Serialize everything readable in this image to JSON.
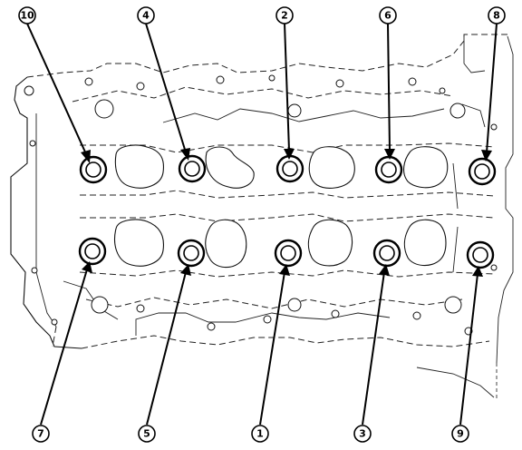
{
  "bolt_callouts": {
    "top": [
      {
        "label": "10"
      },
      {
        "label": "4"
      },
      {
        "label": "2"
      },
      {
        "label": "6"
      },
      {
        "label": "8"
      }
    ],
    "bottom": [
      {
        "label": "7"
      },
      {
        "label": "5"
      },
      {
        "label": "1"
      },
      {
        "label": "3"
      },
      {
        "label": "9"
      }
    ]
  }
}
